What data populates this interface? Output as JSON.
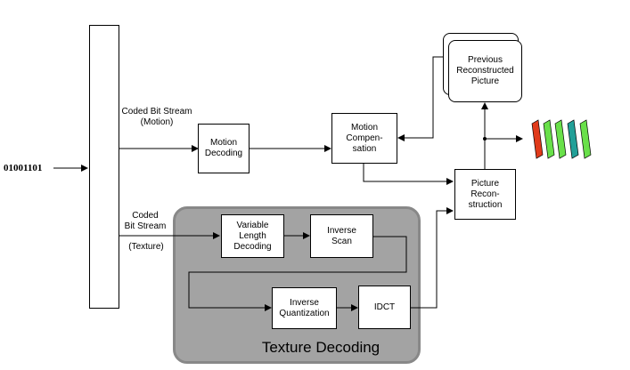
{
  "input_bits": "01001101",
  "labels": {
    "motion_stream": "Coded Bit Stream\n(Motion)",
    "texture_stream": "Coded\nBit Stream",
    "texture_paren": "(Texture)"
  },
  "blocks": {
    "motion_decoding": "Motion\nDecoding",
    "motion_compensation": "Motion\nCompen-\nsation",
    "previous_picture": "Previous\nReconstructed\nPicture",
    "picture_reconstruction": "Picture\nRecon-\nstruction",
    "variable_length_decoding": "Variable\nLength\nDecoding",
    "inverse_scan": "Inverse\nScan",
    "inverse_quantization": "Inverse\nQuantization",
    "idct": "IDCT"
  },
  "texture_group_title": "Texture Decoding",
  "colors": {
    "texture_group_fill": "#a3a3a3",
    "texture_group_border": "#888888",
    "frame_colors": [
      "#e03a1a",
      "#69e04a",
      "#69e04a",
      "#22a098",
      "#69e04a"
    ]
  }
}
